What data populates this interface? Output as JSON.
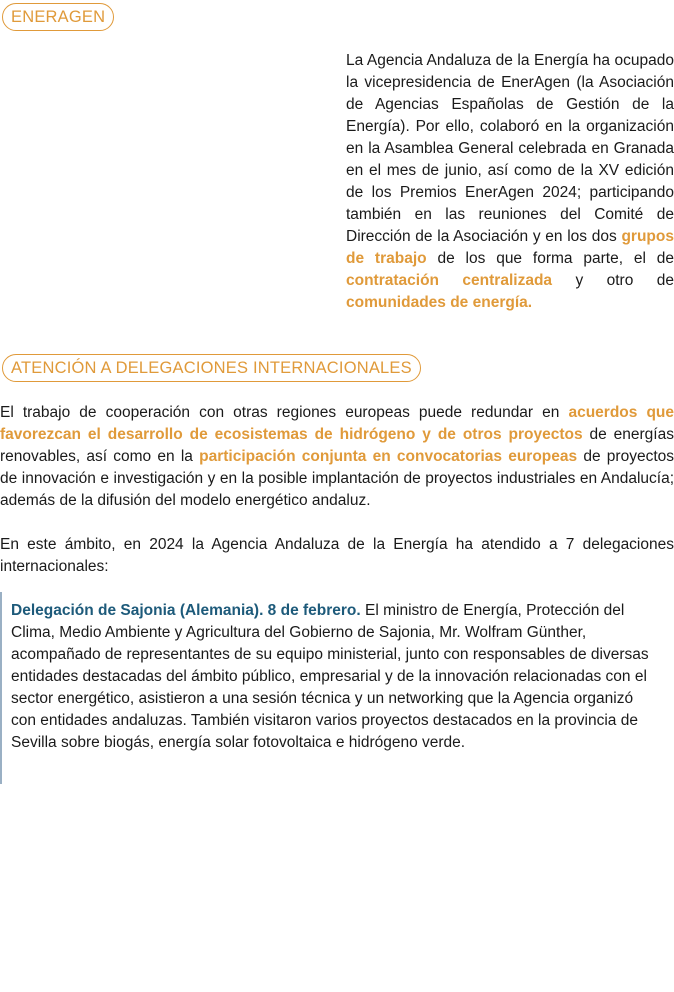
{
  "sections": {
    "eneragen": {
      "heading": "ENERAGEN",
      "t1": "La Agencia Andaluza de la Energía ha ocupado la vicepresidencia de EnerAgen (la Asociación de Agencias Españolas de Gestión de la Energía). Por ello, colaboró en la organización en la Asamblea General celebrada en Granada en el mes de junio, así como de la XV edición de los Premios EnerAgen 2024; participando también en las reuniones del Comité de Dirección de la Asociación y en los dos ",
      "h1": "grupos de trabajo",
      "t2": " de los que forma parte, el de ",
      "h2": "contratación centralizada",
      "t3": " y otro de ",
      "h3": "comunidades de energía."
    },
    "delegaciones": {
      "heading": "ATENCIÓN A DELEGACIONES INTERNACIONALES",
      "p1": {
        "t1": "El trabajo de cooperación con otras regiones europeas puede redundar en ",
        "h1": "acuerdos que favorezcan el desarrollo de ecosistemas de hidrógeno y de otros proyectos",
        "t2": " de energías renovables, así como en la ",
        "h2": "participación conjunta en convocatorias europeas",
        "t3": " de proyectos de innovación e investigación y en la posible implantación de proyectos industriales en Andalucía; además de la difusión del modelo energético andaluz."
      },
      "p2": "En este ámbito, en 2024 la Agencia Andaluza de la Energía ha atendido a 7 delegaciones internacionales:",
      "quote": {
        "title": "Delegación de Sajonia (Alemania). 8 de febrero.",
        "body": " El ministro de Energía, Protección del Clima, Medio Ambiente y Agricultura del Gobierno de Sajonia, Mr. Wolfram Günther, acompañado de representantes de su equipo ministerial, junto con responsables de diversas entidades destacadas del ámbito público, empresarial y de la innovación relacionadas con el sector energético, asistieron a una sesión técnica y un networking que la Agencia organizó con entidades andaluzas. También visitaron varios proyectos destacados en la provincia de Sevilla sobre biogás, energía solar fotovoltaica e hidrógeno verde."
      }
    }
  },
  "colors": {
    "accent": "#e09a3a",
    "quote_title": "#1d5a7a",
    "quote_border": "#9ab0c4"
  }
}
